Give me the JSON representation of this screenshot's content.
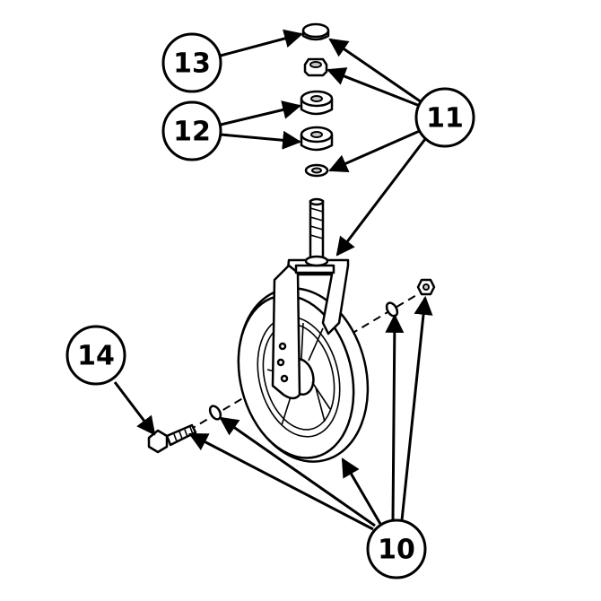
{
  "callouts": [
    {
      "id": "c13",
      "label": "13"
    },
    {
      "id": "c12",
      "label": "12"
    },
    {
      "id": "c11",
      "label": "11"
    },
    {
      "id": "c14",
      "label": "14"
    },
    {
      "id": "c10",
      "label": "10"
    }
  ],
  "colors": {
    "ink": "#000000",
    "paper": "#ffffff",
    "shade": "#c9c9c9"
  }
}
